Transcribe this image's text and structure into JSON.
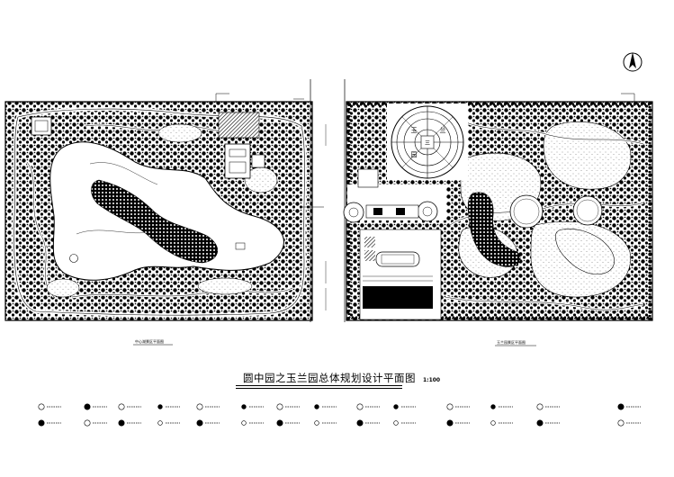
{
  "plan_title": "圆中园之玉兰园总体规划设计平面图",
  "scale_label": "1:100",
  "left_sub_label": "中心湖景区平面图",
  "right_sub_label": "玉兰园景区平面图",
  "central_plaza_chars": [
    "玉",
    "兰",
    "园",
    "三"
  ],
  "legend_items": [
    {
      "icon": "tree-symbol-icon"
    },
    {
      "icon": "tree-symbol-icon"
    },
    {
      "icon": "tree-symbol-icon"
    },
    {
      "icon": "shrub-symbol-icon"
    },
    {
      "icon": "tree-symbol-icon"
    },
    {
      "icon": "shrub-symbol-icon"
    },
    {
      "icon": "tree-symbol-icon"
    },
    {
      "icon": "shrub-symbol-icon"
    },
    {
      "icon": "tree-symbol-icon"
    },
    {
      "icon": "shrub-symbol-icon"
    },
    {
      "icon": "tree-symbol-icon"
    },
    {
      "icon": "shrub-symbol-icon"
    },
    {
      "icon": "tree-symbol-icon"
    },
    {
      "icon": "tree-symbol-icon"
    }
  ],
  "colors": {
    "ink": "#000000",
    "paper": "#ffffff",
    "lake_fill": "#ffffff",
    "hatch": "#000000"
  }
}
